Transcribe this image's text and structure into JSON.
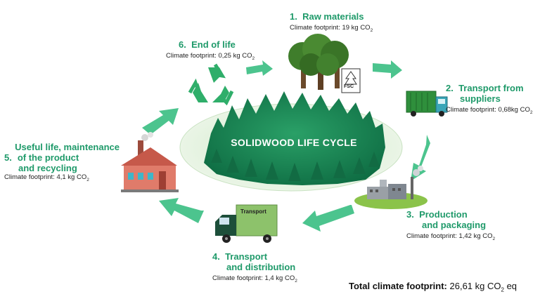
{
  "center_label": "SOLIDWOOD LIFE CYCLE",
  "stages": [
    {
      "number": "1.",
      "title_lines": [
        "Raw materials"
      ],
      "footprint_prefix": "Climate footprint: 19 kg CO",
      "footprint_sub": "2",
      "footprint_suffix": "",
      "badge": "FSC"
    },
    {
      "number": "2.",
      "title_lines": [
        "Transport from",
        "suppliers"
      ],
      "footprint_prefix": "Climate footprint: 0,68kg CO",
      "footprint_sub": "2",
      "footprint_suffix": ""
    },
    {
      "number": "3.",
      "title_lines": [
        "Production",
        "and packaging"
      ],
      "footprint_prefix": "Climate footprint: 1,42 kg CO",
      "footprint_sub": "2",
      "footprint_suffix": ""
    },
    {
      "number": "4.",
      "title_lines": [
        "Transport",
        "and distribution"
      ],
      "footprint_prefix": "Climate footprint: 1,4 kg CO",
      "footprint_sub": "2",
      "footprint_suffix": "",
      "truck_label": "Transport"
    },
    {
      "number": "5.",
      "title_lines": [
        "Useful life, maintenance",
        "of the product",
        "and recycling"
      ],
      "footprint_prefix": "Climate footprint: 4,1 kg CO",
      "footprint_sub": "2",
      "footprint_suffix": ""
    },
    {
      "number": "6.",
      "title_lines": [
        "End of life"
      ],
      "footprint_prefix": "Climate footprint: 0,25 kg CO",
      "footprint_sub": "2",
      "footprint_suffix": ""
    }
  ],
  "total": {
    "label": "Total climate footprint:",
    "value_prefix": "26,61 kg CO",
    "value_sub": "2",
    "value_suffix": " eq"
  },
  "colors": {
    "accent": "#1f9a6a",
    "arrow": "#4cc48e",
    "forest": "#1f8a57",
    "ellipse": "#dcefd8"
  }
}
